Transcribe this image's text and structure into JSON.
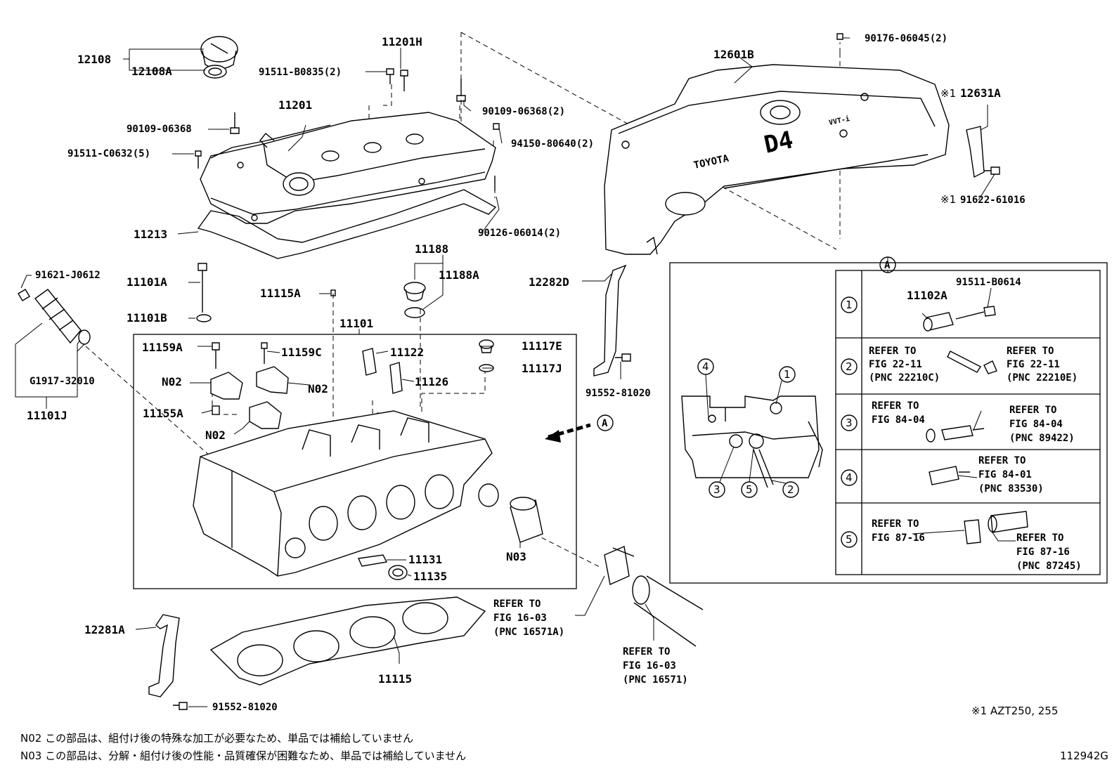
{
  "labels": {
    "p12108": "12108",
    "p12108A": "12108A",
    "p11201H": "11201H",
    "p91511_B0835": "91511-B0835(2)",
    "p11201": "11201",
    "p90109_06368_2": "90109-06368(2)",
    "p90109_06368": "90109-06368",
    "p91511_C0632": "91511-C0632(5)",
    "p94150_80640": "94150-80640(2)",
    "p11213": "11213",
    "p90126_06014": "90126-06014(2)",
    "p90176_06045": "90176-06045(2)",
    "p12601B": "12601B",
    "p12631A": "12631A",
    "p91622_61016": "91622-61016",
    "p91621_J0612": "91621-J0612",
    "p11101A": "11101A",
    "p11101B": "11101B",
    "p11188": "11188",
    "p11188A": "11188A",
    "p11115A": "11115A",
    "p11101": "11101",
    "pG1917": "G1917-32010",
    "p11101J": "11101J",
    "p12282D": "12282D",
    "p91552_81020_a": "91552-81020",
    "p11159A": "11159A",
    "p11159C": "11159C",
    "p11122": "11122",
    "p11117E": "11117E",
    "p11117J": "11117J",
    "pN02_a": "N02",
    "pN02_b": "N02",
    "pN02_c": "N02",
    "p11126": "11126",
    "p11155A": "11155A",
    "p11131": "11131",
    "p11135": "11135",
    "pN03": "N03",
    "p12281A": "12281A",
    "p11115": "11115",
    "p91552_81020_b": "91552-81020",
    "callout_A": "A"
  },
  "mark_note": "※1",
  "refs": {
    "r16571A": [
      "REFER TO",
      "FIG 16-03",
      "(PNC 16571A)"
    ],
    "r16571": [
      "REFER TO",
      "FIG 16-03",
      "(PNC 16571)"
    ]
  },
  "detail_table": {
    "header": "A",
    "circle_labels": [
      "1",
      "2",
      "3",
      "4",
      "5"
    ],
    "row1": {
      "num": "1",
      "part": "11102A",
      "bolt": "91511-B0614"
    },
    "row2": {
      "num": "2",
      "left": [
        "REFER TO",
        "FIG 22-11",
        "(PNC 22210C)"
      ],
      "right": [
        "REFER TO",
        "FIG 22-11",
        "(PNC 22210E)"
      ]
    },
    "row3": {
      "num": "3",
      "left": [
        "REFER TO",
        "FIG 84-04"
      ],
      "right": [
        "REFER TO",
        "FIG 84-04",
        "(PNC 89422)"
      ]
    },
    "row4": {
      "num": "4",
      "right": [
        "REFER TO",
        "FIG 84-01",
        "(PNC 83530)"
      ]
    },
    "row5": {
      "num": "5",
      "left": [
        "REFER TO",
        "FIG 87-16"
      ],
      "right": [
        "REFER TO",
        "FIG 87-16",
        "(PNC 87245)"
      ]
    }
  },
  "cover_text": {
    "brand": "TOYOTA",
    "model": "D4",
    "badge": "VVT-i"
  },
  "footnote_model": "※1 AZT250, 255",
  "notes": [
    "N02  この部品は、組付け後の特殊な加工が必要なため、単品では補給していません",
    "N03  この部品は、分解・組付け後の性能・品質確保が困難なため、単品では補給していません"
  ],
  "figure_id": "112942G"
}
